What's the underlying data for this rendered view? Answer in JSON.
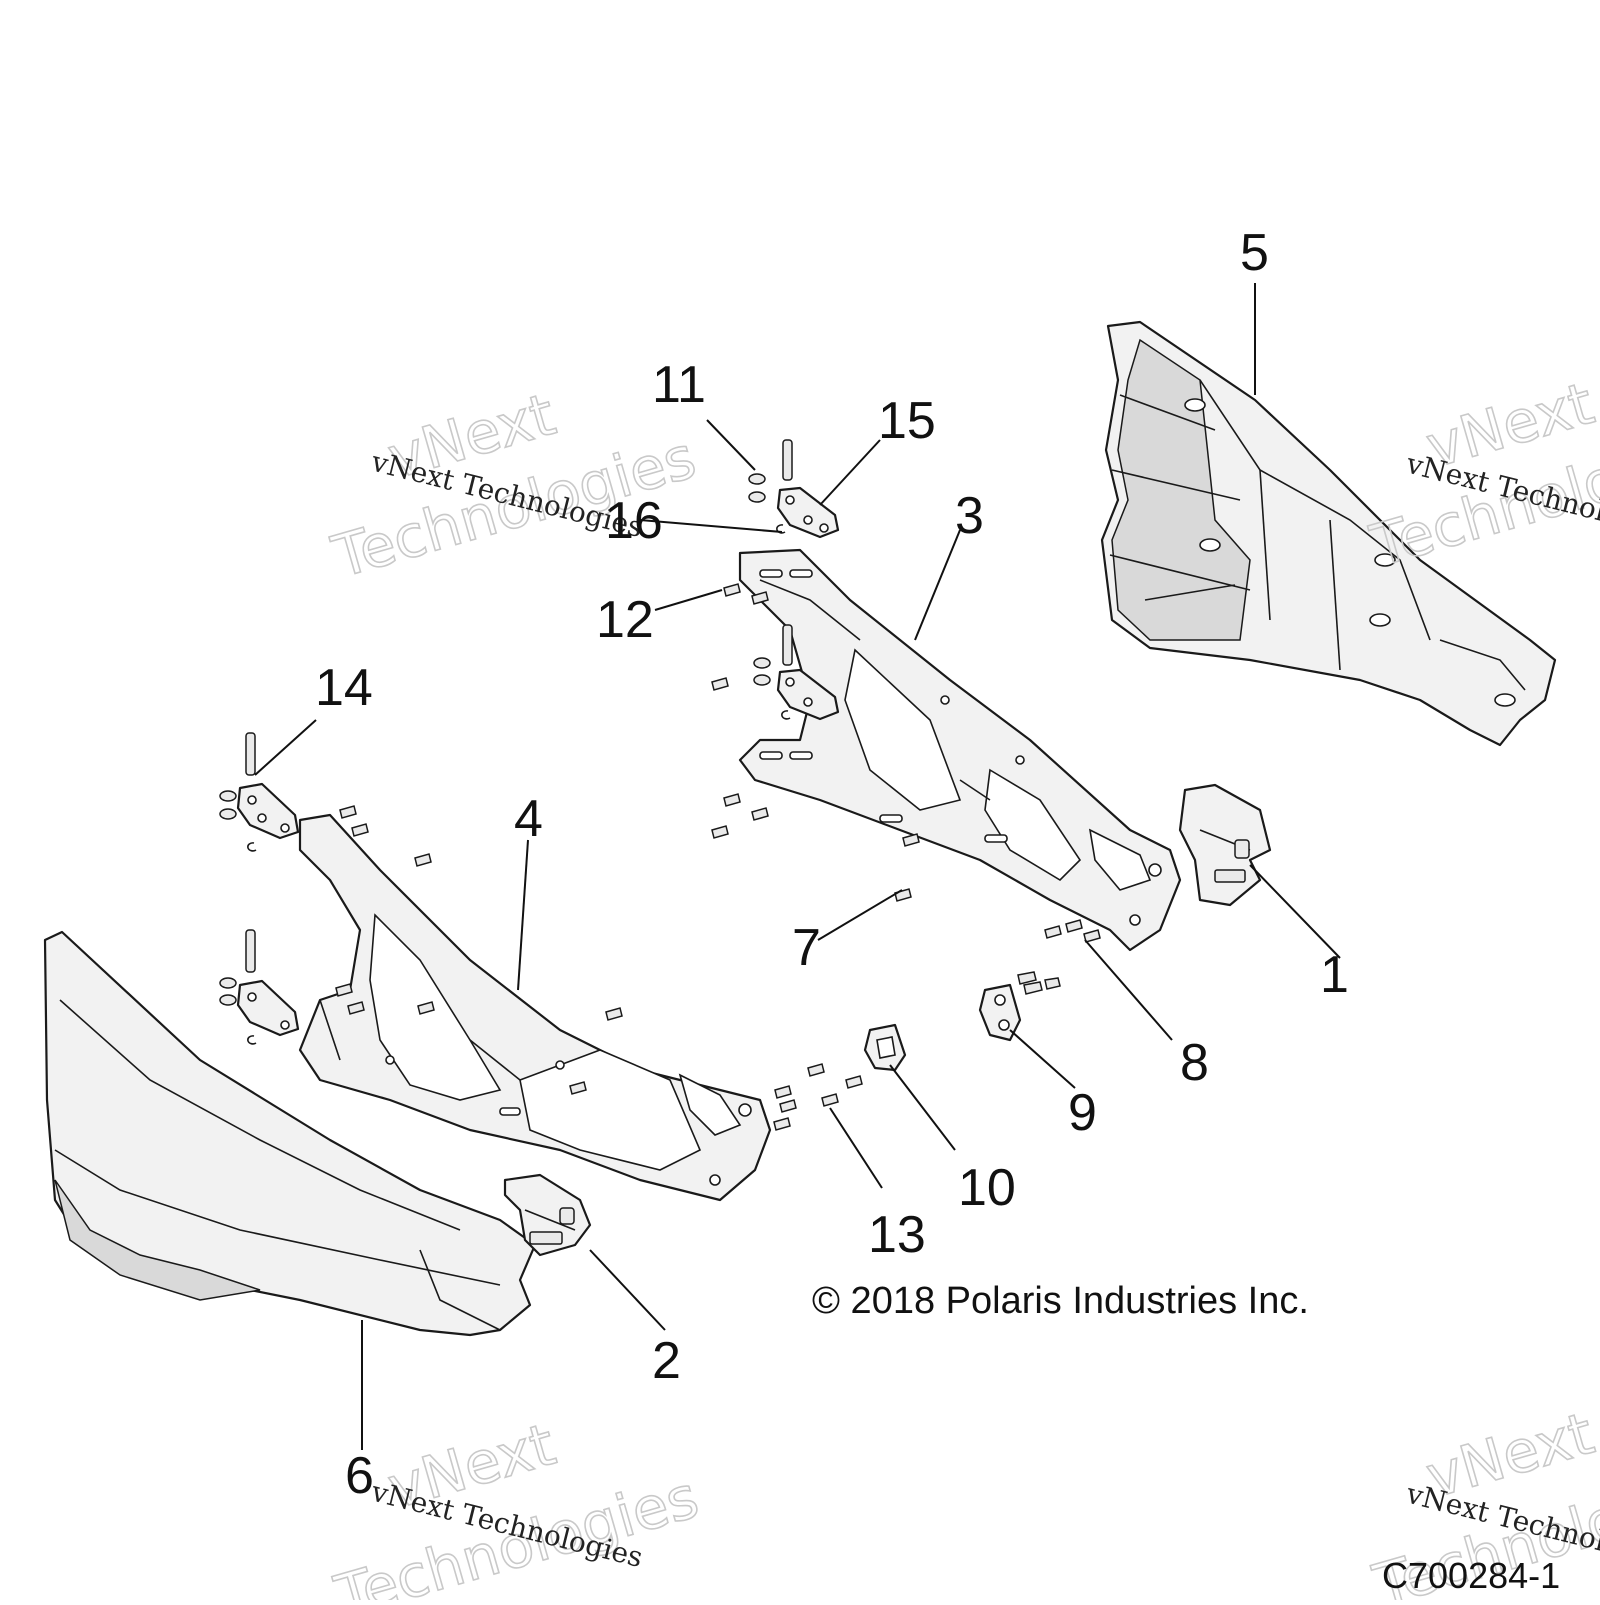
{
  "diagram": {
    "callouts": [
      {
        "id": "1",
        "label": "1"
      },
      {
        "id": "2",
        "label": "2"
      },
      {
        "id": "3",
        "label": "3"
      },
      {
        "id": "4",
        "label": "4"
      },
      {
        "id": "5",
        "label": "5"
      },
      {
        "id": "6",
        "label": "6"
      },
      {
        "id": "7",
        "label": "7"
      },
      {
        "id": "8",
        "label": "8"
      },
      {
        "id": "9",
        "label": "9"
      },
      {
        "id": "10",
        "label": "10"
      },
      {
        "id": "11",
        "label": "11"
      },
      {
        "id": "12",
        "label": "12"
      },
      {
        "id": "13",
        "label": "13"
      },
      {
        "id": "14",
        "label": "14"
      },
      {
        "id": "15",
        "label": "15"
      },
      {
        "id": "16",
        "label": "16"
      }
    ],
    "copyright": "© 2018 Polaris Industries Inc.",
    "drawing_id": "C700284-1",
    "watermark": {
      "line1": "vNext Technologies",
      "line2": "vNext",
      "line3": "Technologies"
    }
  },
  "colors": {
    "background": "#ffffff",
    "line": "#1a1a1a",
    "part_fill": "#f2f2f2",
    "watermark": "#c9c9c9"
  }
}
